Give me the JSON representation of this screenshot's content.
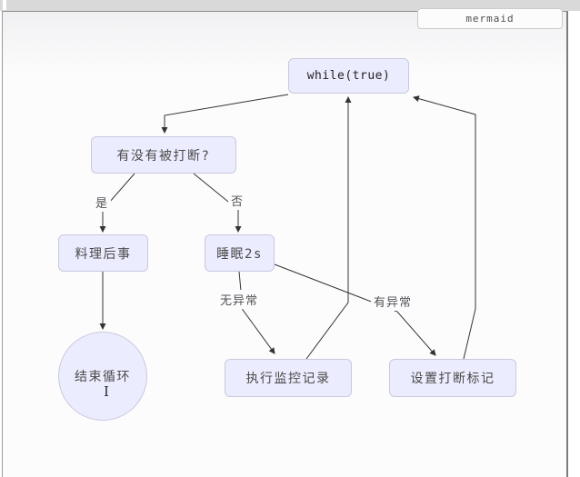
{
  "window": {
    "tab_label": "mermaid"
  },
  "diagram": {
    "type": "flowchart",
    "nodes": {
      "while_loop": "while(true)",
      "check_interrupted": "有没有被打断?",
      "handle_aftermath": "料理后事",
      "sleep": "睡眠2s",
      "end_loop": "结束循环",
      "monitor_log": "执行监控记录",
      "set_flag": "设置打断标记"
    },
    "edge_labels": {
      "yes": "是",
      "no": "否",
      "no_exception": "无异常",
      "exception": "有异常"
    },
    "edges": [
      {
        "from": "while_loop",
        "to": "check_interrupted",
        "label": ""
      },
      {
        "from": "check_interrupted",
        "to": "handle_aftermath",
        "label": "是"
      },
      {
        "from": "check_interrupted",
        "to": "sleep",
        "label": "否"
      },
      {
        "from": "handle_aftermath",
        "to": "end_loop",
        "label": ""
      },
      {
        "from": "sleep",
        "to": "monitor_log",
        "label": "无异常"
      },
      {
        "from": "sleep",
        "to": "set_flag",
        "label": "有异常"
      },
      {
        "from": "monitor_log",
        "to": "while_loop",
        "label": ""
      },
      {
        "from": "set_flag",
        "to": "while_loop",
        "label": ""
      }
    ],
    "colors": {
      "node_fill": "#ececff",
      "node_border": "#c9c9dd",
      "edge_line": "#333333"
    }
  },
  "cursor": {
    "text_cursor": "I"
  }
}
